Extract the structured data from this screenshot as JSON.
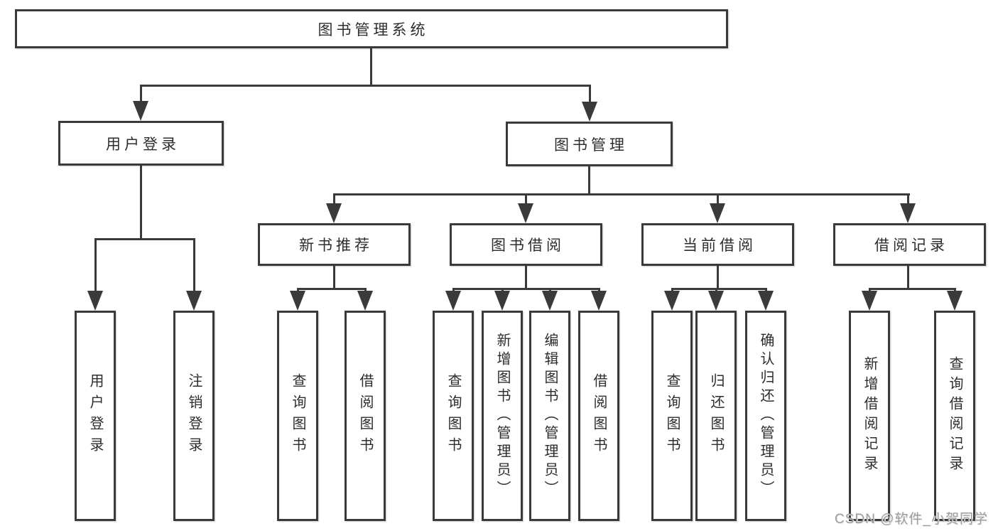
{
  "page": {
    "watermark": "CSDN @软件_小贺同学"
  },
  "colors": {
    "line": "#3a3a3a",
    "text": "#2d2d2d",
    "background": "#ffffff",
    "watermark": "#9c9c9c"
  },
  "nodes": {
    "root": "图书管理系统",
    "user_login": "用户登录",
    "book_management": "图书管理",
    "new_book_recommend": "新书推荐",
    "book_borrowing": "图书借阅",
    "current_borrowing": "当前借阅",
    "borrowing_records": "借阅记录",
    "leaf_user_login": "用户登录",
    "leaf_logout": "注销登录",
    "leaf_rec_query_books": "查询图书",
    "leaf_rec_borrow_books": "借阅图书",
    "leaf_bb_query_books": "查询图书",
    "leaf_bb_add_books": "新增图书（管理员）",
    "leaf_bb_edit_books": "编辑图书（管理员）",
    "leaf_bb_borrow_books": "借阅图书",
    "leaf_cb_query_books": "查询图书",
    "leaf_cb_return_books": "归还图书",
    "leaf_cb_confirm_return": "确认归还（管理员）",
    "leaf_br_add_record": "新增借阅记录",
    "leaf_br_query_record": "查询借阅记录"
  }
}
